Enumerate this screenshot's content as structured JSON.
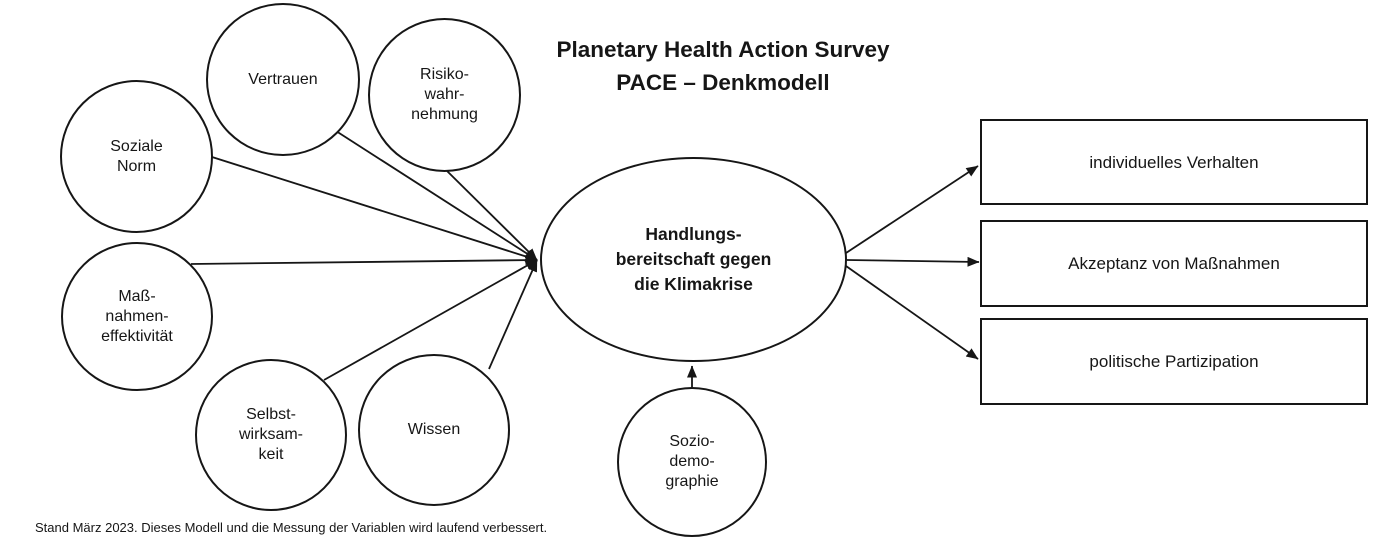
{
  "title": {
    "line1": "Planetary Health Action Survey",
    "line2": "PACE – Denkmodell"
  },
  "factors": {
    "soziale_norm": "Soziale\nNorm",
    "vertrauen": "Vertrauen",
    "risikowahrnehmung": "Risiko-\nwahr-\nnehmung",
    "massnahmeneffektivitaet": "Maß-\nnahmen-\neffektivität",
    "selbstwirksamkeit": "Selbst-\nwirksam-\nkeit",
    "wissen": "Wissen",
    "soziodemographie": "Sozio-\ndemo-\ngraphie"
  },
  "central": "Handlungs-\nbereitschaft gegen\ndie Klimakrise",
  "outcomes": {
    "individuelles_verhalten": "individuelles Verhalten",
    "akzeptanz_von_massnahmen": "Akzeptanz von Maßnahmen",
    "politische_partizipation": "politische Partizipation"
  },
  "footnote": "Stand März 2023. Dieses Modell und die Messung der Variablen wird laufend verbessert.",
  "colors": {
    "stroke": "#161616",
    "background": "#ffffff"
  }
}
